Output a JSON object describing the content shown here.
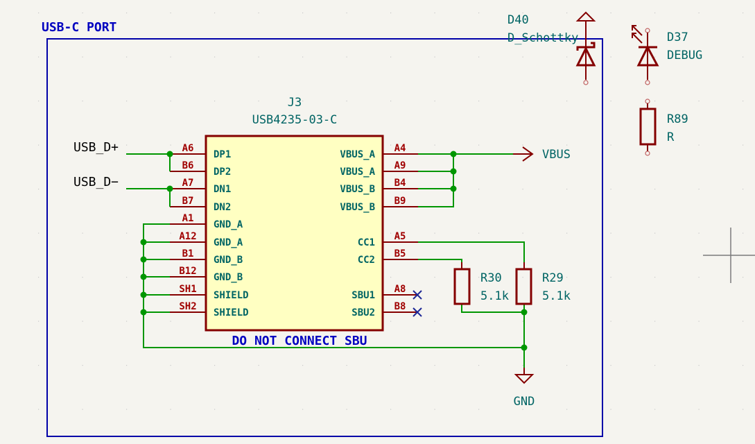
{
  "sheet": {
    "title": "USB-C PORT",
    "note": "DO NOT CONNECT SBU"
  },
  "connector": {
    "reference": "J3",
    "value": "USB4235-03-C",
    "left_pins": [
      {
        "num": "A6",
        "name": "DP1"
      },
      {
        "num": "B6",
        "name": "DP2"
      },
      {
        "num": "A7",
        "name": "DN1"
      },
      {
        "num": "B7",
        "name": "DN2"
      },
      {
        "num": "A1",
        "name": "GND_A"
      },
      {
        "num": "A12",
        "name": "GND_A"
      },
      {
        "num": "B1",
        "name": "GND_B"
      },
      {
        "num": "B12",
        "name": "GND_B"
      },
      {
        "num": "SH1",
        "name": "SHIELD"
      },
      {
        "num": "SH2",
        "name": "SHIELD"
      }
    ],
    "right_pins": [
      {
        "num": "A4",
        "name": "VBUS_A"
      },
      {
        "num": "A9",
        "name": "VBUS_A"
      },
      {
        "num": "B4",
        "name": "VBUS_B"
      },
      {
        "num": "B9",
        "name": "VBUS_B"
      },
      {
        "num": "A5",
        "name": "CC1"
      },
      {
        "num": "B5",
        "name": "CC2"
      },
      {
        "num": "A8",
        "name": "SBU1"
      },
      {
        "num": "B8",
        "name": "SBU2"
      }
    ]
  },
  "labels": {
    "usb_dp": "USB_D+",
    "usb_dm": "USB_D−",
    "vbus": "VBUS",
    "gnd": "GND"
  },
  "components": {
    "r30": {
      "reference": "R30",
      "value": "5.1k"
    },
    "r29": {
      "reference": "R29",
      "value": "5.1k"
    },
    "d40": {
      "reference": "D40",
      "value": "D_Schottky"
    },
    "d37": {
      "reference": "D37",
      "value": "DEBUG"
    },
    "r89": {
      "reference": "R89",
      "value": "R"
    }
  }
}
